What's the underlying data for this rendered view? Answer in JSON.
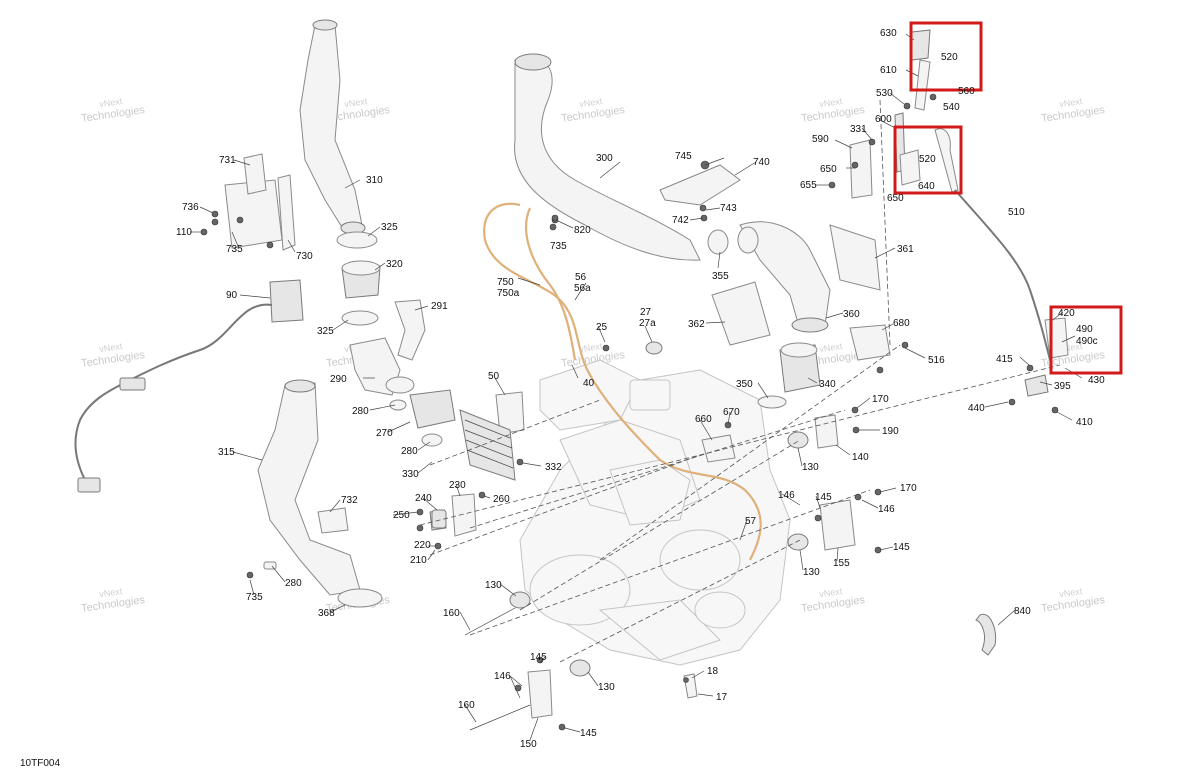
{
  "diagram_code": "10TF004",
  "watermark": {
    "line1": "vNext",
    "line2": "Technologies"
  },
  "highlight_color": "#d21a1a",
  "callouts": [
    {
      "id": "630"
    },
    {
      "id": "520a",
      "text": "520"
    },
    {
      "id": "610"
    },
    {
      "id": "530"
    },
    {
      "id": "560"
    },
    {
      "id": "540"
    },
    {
      "id": "600"
    },
    {
      "id": "331"
    },
    {
      "id": "590"
    },
    {
      "id": "520b",
      "text": "520"
    },
    {
      "id": "650a",
      "text": "650"
    },
    {
      "id": "640"
    },
    {
      "id": "655"
    },
    {
      "id": "650b",
      "text": "650"
    },
    {
      "id": "510"
    },
    {
      "id": "745"
    },
    {
      "id": "740"
    },
    {
      "id": "743"
    },
    {
      "id": "742"
    },
    {
      "id": "300"
    },
    {
      "id": "820"
    },
    {
      "id": "735a",
      "text": "735"
    },
    {
      "id": "355"
    },
    {
      "id": "361"
    },
    {
      "id": "360"
    },
    {
      "id": "362"
    },
    {
      "id": "731"
    },
    {
      "id": "310"
    },
    {
      "id": "736"
    },
    {
      "id": "110"
    },
    {
      "id": "735b",
      "text": "735"
    },
    {
      "id": "730"
    },
    {
      "id": "325a",
      "text": "325"
    },
    {
      "id": "320"
    },
    {
      "id": "325b",
      "text": "325"
    },
    {
      "id": "291"
    },
    {
      "id": "90"
    },
    {
      "id": "750"
    },
    {
      "id": "750a"
    },
    {
      "id": "56"
    },
    {
      "id": "56a"
    },
    {
      "id": "27"
    },
    {
      "id": "27a"
    },
    {
      "id": "25"
    },
    {
      "id": "680"
    },
    {
      "id": "516"
    },
    {
      "id": "420"
    },
    {
      "id": "490"
    },
    {
      "id": "490c"
    },
    {
      "id": "415"
    },
    {
      "id": "395"
    },
    {
      "id": "430"
    },
    {
      "id": "410"
    },
    {
      "id": "440"
    },
    {
      "id": "290"
    },
    {
      "id": "50"
    },
    {
      "id": "40"
    },
    {
      "id": "350"
    },
    {
      "id": "340"
    },
    {
      "id": "280a",
      "text": "280"
    },
    {
      "id": "270"
    },
    {
      "id": "280b",
      "text": "280"
    },
    {
      "id": "330"
    },
    {
      "id": "332"
    },
    {
      "id": "660"
    },
    {
      "id": "670"
    },
    {
      "id": "170a",
      "text": "170"
    },
    {
      "id": "190"
    },
    {
      "id": "140"
    },
    {
      "id": "130a",
      "text": "130"
    },
    {
      "id": "315"
    },
    {
      "id": "732"
    },
    {
      "id": "240"
    },
    {
      "id": "230"
    },
    {
      "id": "250"
    },
    {
      "id": "260"
    },
    {
      "id": "220"
    },
    {
      "id": "210"
    },
    {
      "id": "146a",
      "text": "146"
    },
    {
      "id": "145a",
      "text": "145"
    },
    {
      "id": "170b",
      "text": "170"
    },
    {
      "id": "146b",
      "text": "146"
    },
    {
      "id": "57"
    },
    {
      "id": "130b",
      "text": "130"
    },
    {
      "id": "155"
    },
    {
      "id": "145b",
      "text": "145"
    },
    {
      "id": "735c",
      "text": "735"
    },
    {
      "id": "280c",
      "text": "280"
    },
    {
      "id": "368"
    },
    {
      "id": "130c",
      "text": "130"
    },
    {
      "id": "160a",
      "text": "160"
    },
    {
      "id": "840"
    },
    {
      "id": "145c",
      "text": "145"
    },
    {
      "id": "18"
    },
    {
      "id": "146c",
      "text": "146"
    },
    {
      "id": "130d",
      "text": "130"
    },
    {
      "id": "17"
    },
    {
      "id": "160b",
      "text": "160"
    },
    {
      "id": "150"
    },
    {
      "id": "145d",
      "text": "145"
    }
  ]
}
